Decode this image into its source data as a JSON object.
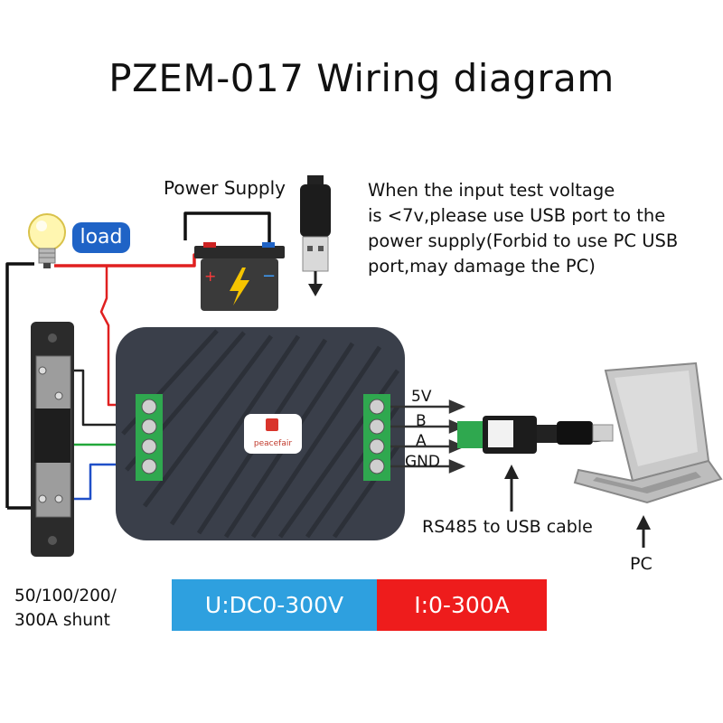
{
  "title": "PZEM-017 Wiring diagram",
  "power_supply_label": "Power Supply",
  "load_label": "load",
  "note_lines": [
    "When the input test voltage",
    "is <7v,please use USB port to the",
    "power supply(Forbid to use PC USB",
    " port,may damage the PC)"
  ],
  "pins": {
    "p5v": "5V",
    "b": "B",
    "a": "A",
    "gnd": "GND"
  },
  "rs485_label": "RS485 to USB cable",
  "pc_label": "PC",
  "shunt_label_lines": [
    "50/100/200/",
    "300A shunt"
  ],
  "voltage_range": "U:DC0-300V",
  "current_range": "I:0-300A",
  "brand": "peacefair",
  "icons": [
    "light-bulb-icon",
    "battery-icon",
    "usb-plug-icon",
    "laptop-icon",
    "arrow-down-icon",
    "arrow-up-icon"
  ],
  "colors": {
    "load_badge": "#1f63c6",
    "voltage_bar": "#2ea0df",
    "current_bar": "#ee1c1c",
    "positive_wire": "#e02020",
    "meter_body": "#3a3f4a",
    "terminal_green": "#2fa84f"
  }
}
